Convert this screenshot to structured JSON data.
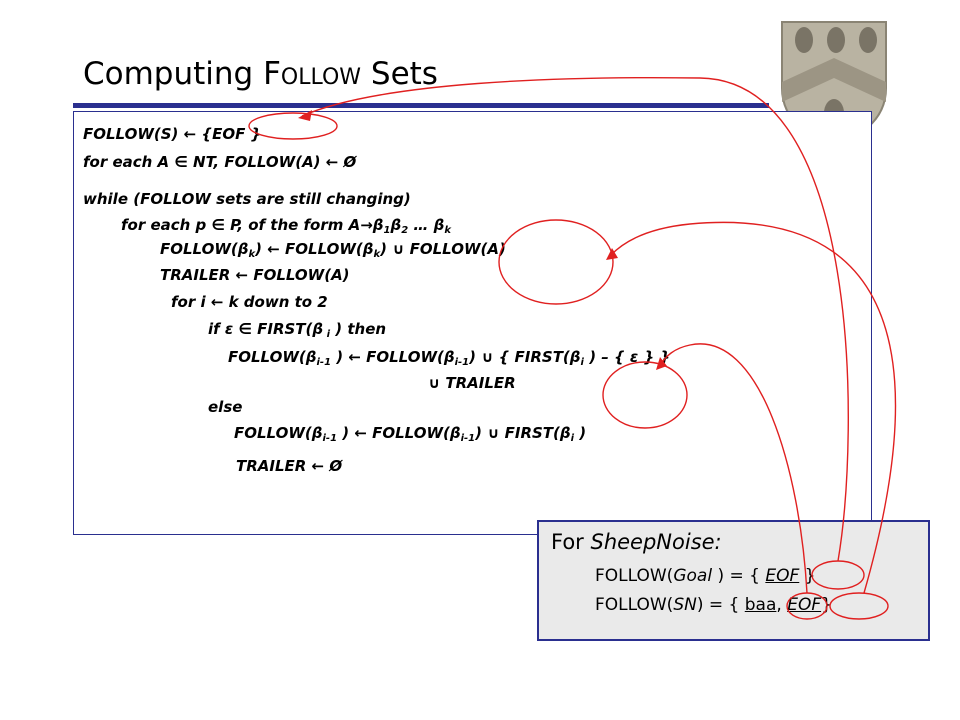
{
  "slide": {
    "title_main": "Computing F",
    "title_small": "OLLOW",
    "title_tail": " Sets"
  },
  "algorithm": {
    "lines": [
      "FOLLOW(S) ← {EOF }",
      "for each A ∈ NT, FOLLOW(A) ← Ø",
      "while (FOLLOW sets are still changing)",
      "for each p ∈ P, of the form A→β",
      "FOLLOW(β",
      "TRAILER ← FOLLOW(A)",
      "for i ← k down to 2",
      "if ε ∈ FIRST(β",
      "FOLLOW(β",
      "∪ TRAILER",
      "else",
      "FOLLOW(β",
      "TRAILER ← Ø"
    ],
    "line4_rest": [
      "1",
      "β",
      "2",
      " …  β",
      "k"
    ],
    "line5_rest": [
      "k",
      ") ← FOLLOW(β",
      "k",
      ") ∪ FOLLOW(A)"
    ],
    "line8_rest": [
      " i",
      " ) then"
    ],
    "line9_rest": [
      "i-1",
      " ) ← FOLLOW(β",
      "i-1",
      ") ∪ { FIRST(β",
      "i",
      " ) –  {  ε  } }"
    ],
    "line12_rest": [
      "i-1",
      " ) ← FOLLOW(β",
      "i-1",
      ") ∪ FIRST(β",
      "i",
      " )"
    ]
  },
  "callout": {
    "heading_prefix": "For ",
    "heading_name": "SheepNoise:",
    "row1_prefix": "FOLLOW(",
    "row1_arg": "Goal",
    "row1_mid": " ) = { ",
    "row1_val": "EOF",
    "row1_end": " }",
    "row2_prefix": "FOLLOW(",
    "row2_arg": "SN",
    "row2_mid": ") = { ",
    "row2_val1": "baa",
    "row2_sep": ", ",
    "row2_val2": "EOF",
    "row2_end": "}"
  },
  "colors": {
    "accent": "#2a2f8f",
    "annotation": "#e02020",
    "callout_bg": "#eaeaea"
  },
  "icons": {
    "crest": "university-crest-icon"
  }
}
